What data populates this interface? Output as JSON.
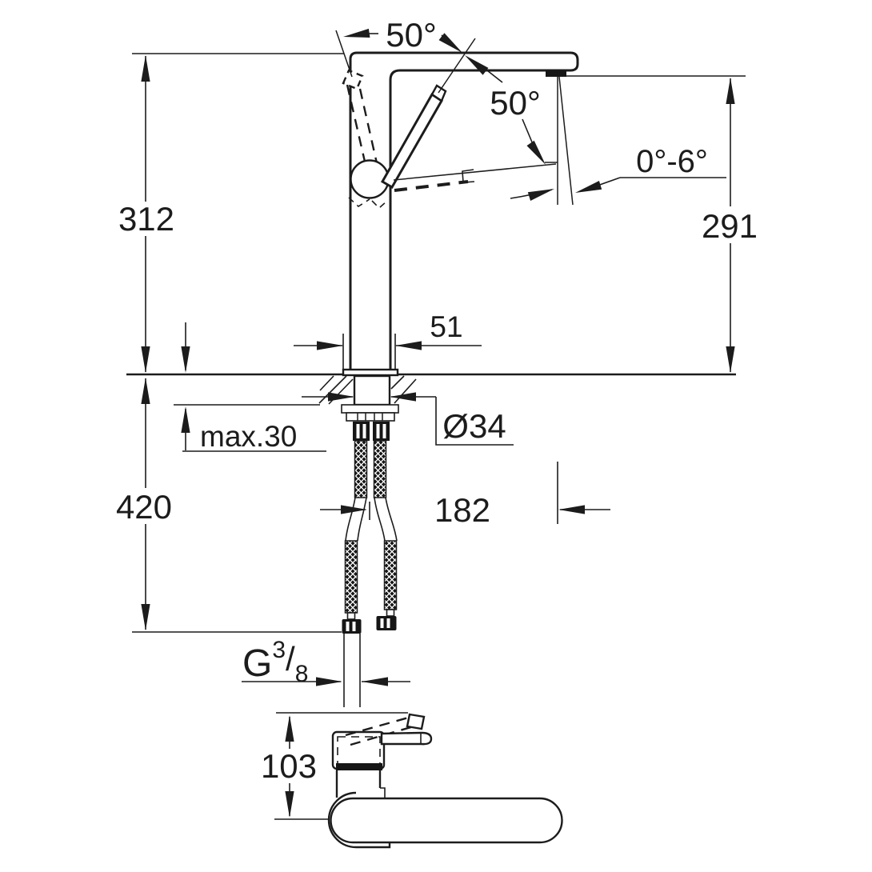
{
  "drawing": {
    "kind": "technical dimension drawing",
    "subject": "single-lever basin mixer tap: front elevation with mounting shank, flexible hoses and plan view",
    "background": "#ffffff",
    "line_color": "#1c1c1c"
  },
  "dimensions": {
    "angle_handle_top": "50°",
    "angle_handle_swing": "50°",
    "angle_spout_tilt": "0°-6°",
    "height_overall": "312",
    "height_outlet": "291",
    "base_width": "51",
    "hole_diameter": "Ø34",
    "deck_thickness_max": "max.30",
    "height_below_deck": "420",
    "spout_projection": "182",
    "plan_depth": "103",
    "thread": {
      "prefix": "G",
      "numerator": "3",
      "slash": "/",
      "denominator": "8"
    }
  }
}
